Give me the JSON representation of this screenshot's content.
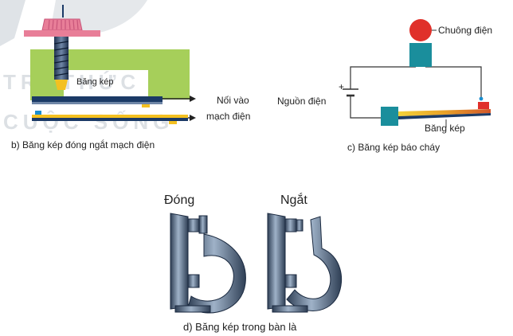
{
  "watermark": {
    "line1": "TRI THỨC",
    "line2": "CUỘC SỐNG"
  },
  "panel_b": {
    "bimetal_label": "Băng kép",
    "connect_label_line1": "Nối vào",
    "connect_label_line2": "mạch điện",
    "caption": "b) Băng kép đóng ngắt mạch điện"
  },
  "panel_c": {
    "bell_label": "Chuông điện",
    "power_label": "Nguồn điện",
    "plus_sign": "+",
    "bimetal_label": "Băng kép",
    "caption": "c) Băng kép báo cháy"
  },
  "panel_d": {
    "closed_label": "Đóng",
    "open_label": "Ngắt",
    "caption": "d) Băng kép trong bàn là"
  },
  "colors": {
    "green": "#a6cf5a",
    "teal": "#1a8e9c",
    "bell_red": "#e0302a",
    "pink": "#e87e98",
    "yellow_strip": "#f4c020",
    "navy": "#1b3a66",
    "watermark": "#c5ccd3"
  }
}
